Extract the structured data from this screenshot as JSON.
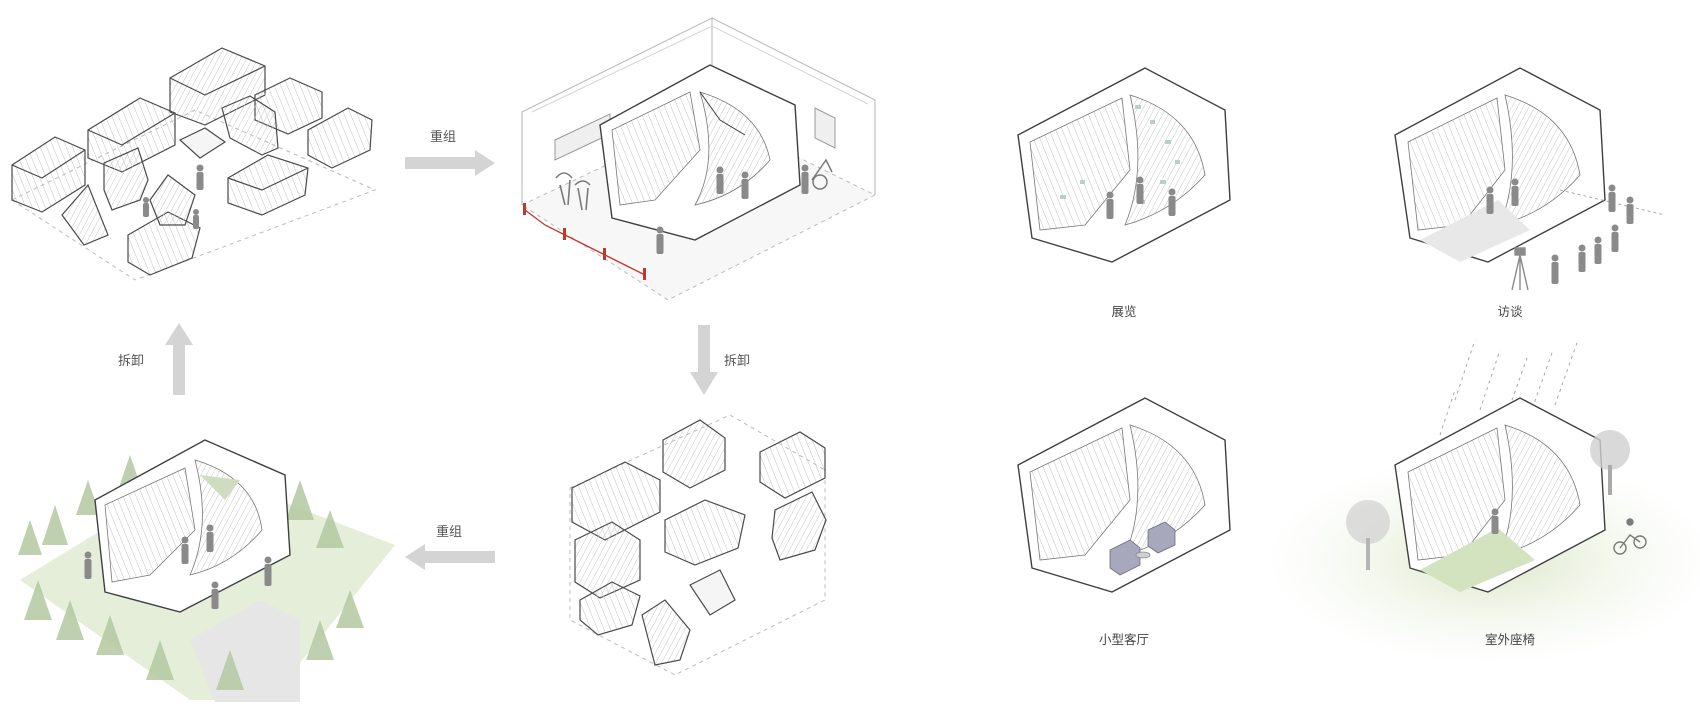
{
  "cycle_labels": {
    "regroup_top": "重组",
    "disassemble_right": "拆卸",
    "regroup_bottom": "重组",
    "disassemble_left": "拆卸"
  },
  "scenarios": [
    {
      "caption": "展览"
    },
    {
      "caption": "访谈"
    },
    {
      "caption": "小型客厅"
    },
    {
      "caption": "室外座椅"
    }
  ],
  "colors": {
    "stroke": "#4a4a4a",
    "hatch": "#b8b8b8",
    "arrow": "#d4d4d4",
    "figure": "#8a8a8a",
    "rope": "#c0392b",
    "grass": "#dfe9cf",
    "tree": "#b7cba6",
    "sofa": "#a8a8bd"
  }
}
